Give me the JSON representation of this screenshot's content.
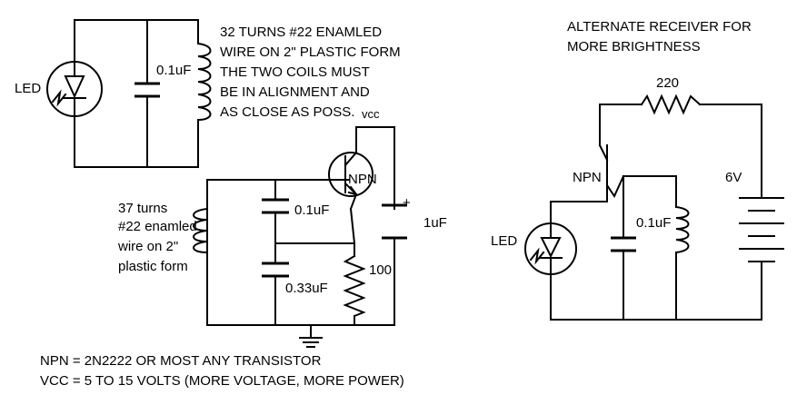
{
  "left": {
    "led_label": "LED",
    "cap_top_label": "0.1uF",
    "coil_note": [
      "32 TURNS #22 ENAMLED",
      "WIRE ON 2\" PLASTIC FORM",
      "THE TWO COILS MUST",
      "BE IN ALIGNMENT AND",
      "AS CLOSE AS POSS."
    ],
    "vcc_label": "vcc",
    "npn_label": "NPN",
    "polarity_plus": "+",
    "cap_1uf_label": "1uF",
    "cap_01_label": "0.1uF",
    "cap_033_label": "0.33uF",
    "resistor_label": "100",
    "coil2_note": [
      "37 turns",
      "#22 enamled",
      "wire on 2\"",
      "plastic form"
    ]
  },
  "right": {
    "title": [
      "ALTERNATE RECEIVER FOR",
      "MORE BRIGHTNESS"
    ],
    "resistor_label": "220",
    "npn_label": "NPN",
    "battery_label": "6V",
    "cap_label": "0.1uF",
    "led_label": "LED"
  },
  "notes": [
    "NPN = 2N2222 OR MOST ANY TRANSISTOR",
    "VCC = 5 TO 15 VOLTS (MORE VOLTAGE, MORE POWER)"
  ]
}
